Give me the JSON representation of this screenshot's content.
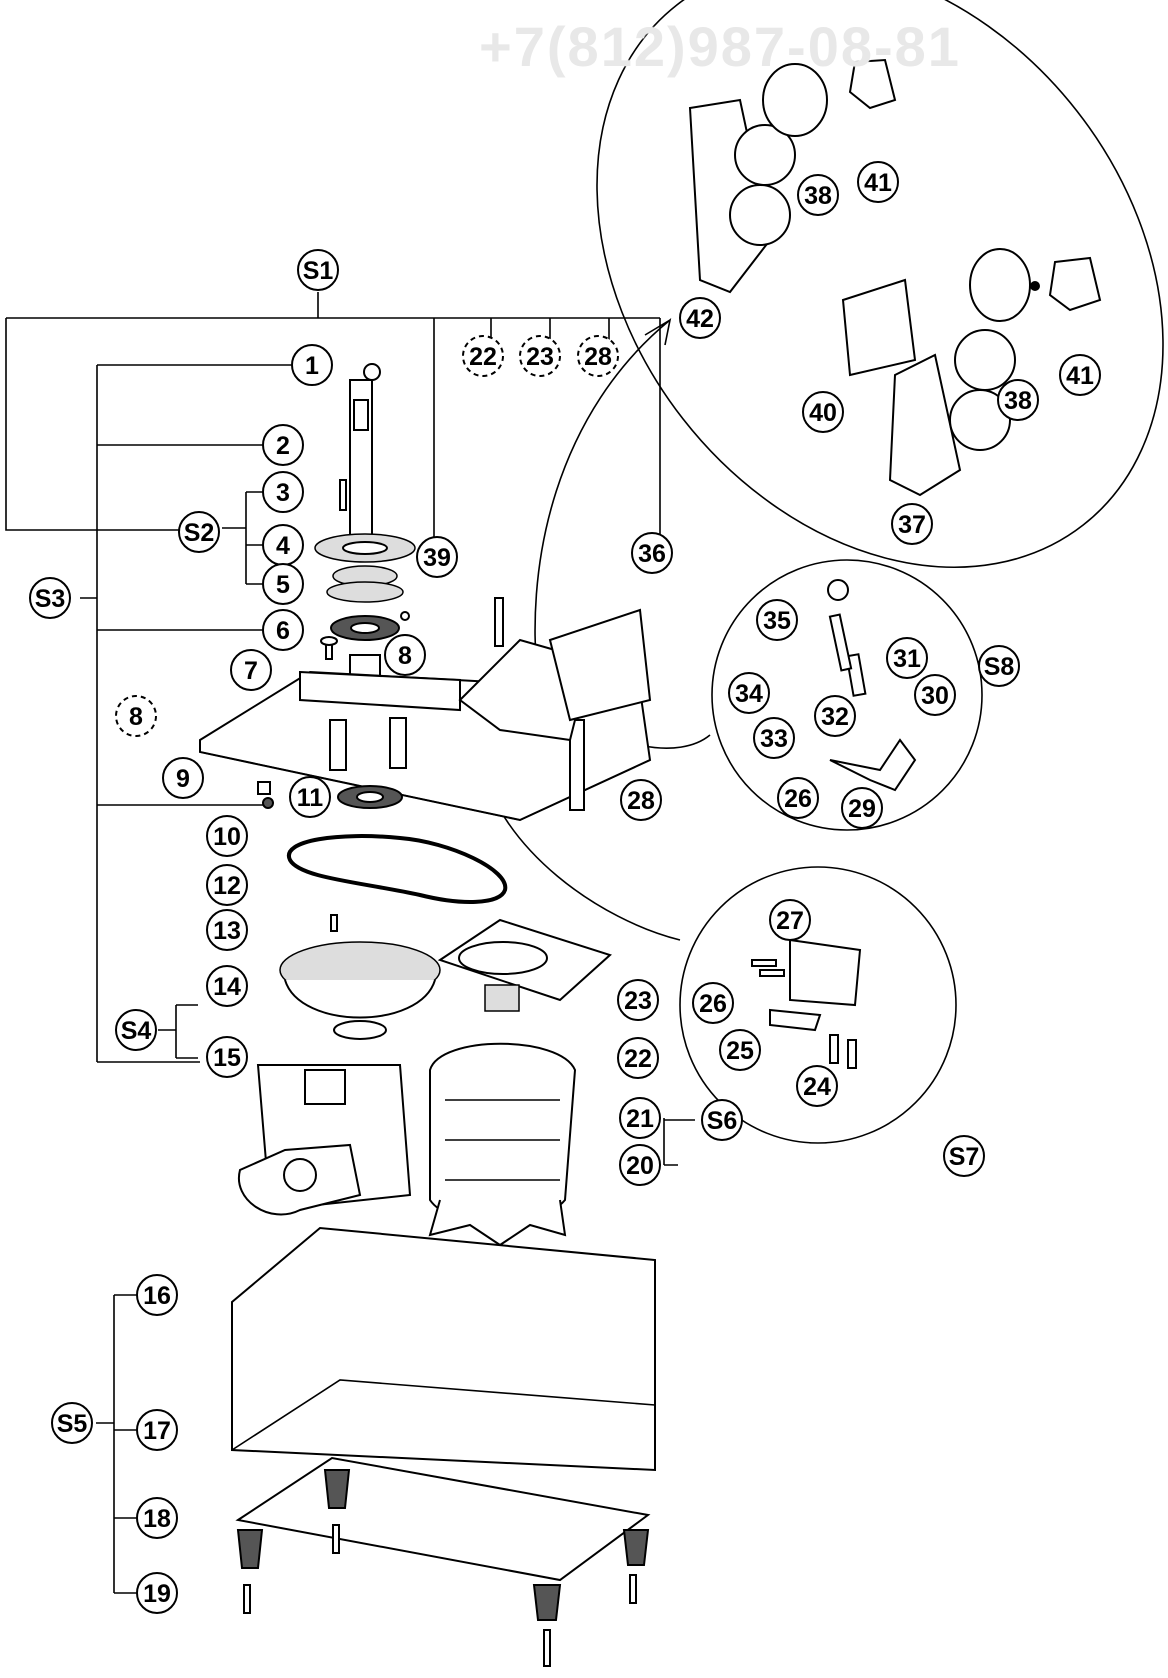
{
  "watermark": "+7(812)987-08-81",
  "callouts": [
    {
      "id": "S1",
      "style": "solid"
    },
    {
      "id": "S2",
      "style": "solid"
    },
    {
      "id": "S3",
      "style": "solid"
    },
    {
      "id": "S4",
      "style": "solid"
    },
    {
      "id": "S5",
      "style": "solid"
    },
    {
      "id": "S6",
      "style": "solid"
    },
    {
      "id": "S7",
      "style": "solid"
    },
    {
      "id": "S8",
      "style": "solid"
    },
    {
      "id": "1",
      "style": "solid"
    },
    {
      "id": "2",
      "style": "solid"
    },
    {
      "id": "3",
      "style": "solid"
    },
    {
      "id": "4",
      "style": "solid"
    },
    {
      "id": "5",
      "style": "solid"
    },
    {
      "id": "6",
      "style": "solid"
    },
    {
      "id": "7",
      "style": "solid"
    },
    {
      "id": "8",
      "style": "solid"
    },
    {
      "id": "8",
      "style": "dashed"
    },
    {
      "id": "9",
      "style": "solid"
    },
    {
      "id": "10",
      "style": "solid"
    },
    {
      "id": "11",
      "style": "solid"
    },
    {
      "id": "12",
      "style": "solid"
    },
    {
      "id": "13",
      "style": "solid"
    },
    {
      "id": "14",
      "style": "solid"
    },
    {
      "id": "15",
      "style": "solid"
    },
    {
      "id": "16",
      "style": "solid"
    },
    {
      "id": "17",
      "style": "solid"
    },
    {
      "id": "18",
      "style": "solid"
    },
    {
      "id": "19",
      "style": "solid"
    },
    {
      "id": "20",
      "style": "solid"
    },
    {
      "id": "21",
      "style": "solid"
    },
    {
      "id": "22",
      "style": "dashed"
    },
    {
      "id": "23",
      "style": "dashed"
    },
    {
      "id": "28",
      "style": "dashed"
    },
    {
      "id": "22",
      "style": "solid"
    },
    {
      "id": "23",
      "style": "solid"
    },
    {
      "id": "24",
      "style": "solid"
    },
    {
      "id": "25",
      "style": "solid"
    },
    {
      "id": "26",
      "style": "solid"
    },
    {
      "id": "27",
      "style": "solid"
    },
    {
      "id": "28",
      "style": "solid"
    },
    {
      "id": "26",
      "style": "solid"
    },
    {
      "id": "29",
      "style": "solid"
    },
    {
      "id": "30",
      "style": "solid"
    },
    {
      "id": "31",
      "style": "solid"
    },
    {
      "id": "32",
      "style": "solid"
    },
    {
      "id": "33",
      "style": "solid"
    },
    {
      "id": "34",
      "style": "solid"
    },
    {
      "id": "35",
      "style": "solid"
    },
    {
      "id": "36",
      "style": "solid"
    },
    {
      "id": "37",
      "style": "solid"
    },
    {
      "id": "38",
      "style": "solid"
    },
    {
      "id": "38",
      "style": "solid"
    },
    {
      "id": "39",
      "style": "solid"
    },
    {
      "id": "40",
      "style": "solid"
    },
    {
      "id": "41",
      "style": "solid"
    },
    {
      "id": "41",
      "style": "solid"
    },
    {
      "id": "42",
      "style": "solid"
    }
  ]
}
